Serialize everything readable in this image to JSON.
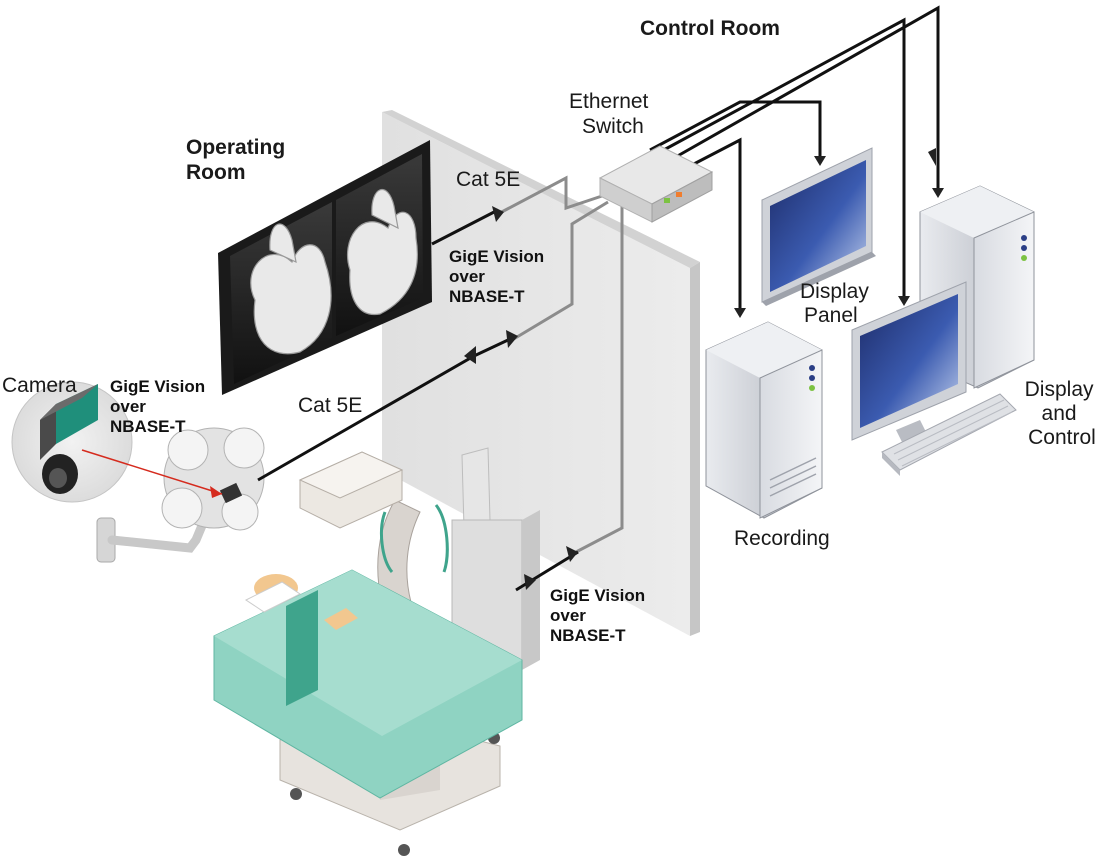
{
  "colors": {
    "room_title": "#d52b1e",
    "cable_dark": "#111111",
    "cable_gray": "#8c8c8c",
    "wall": "#e4e4e4",
    "patient_drape": "#8fd3c2",
    "drape_shadow": "#3fa48c",
    "screen_blue": "#2b3f86",
    "pc_silver": "#c9ccd3",
    "camera_teal": "#1f8f7b",
    "laser_red": "#d52b1e"
  },
  "rooms": {
    "control": "Control Room",
    "operating": [
      "Operating",
      "Room"
    ]
  },
  "devices": {
    "ethernet_switch": [
      "Ethernet",
      "Switch"
    ],
    "display_panel": [
      "Display",
      "Panel"
    ],
    "recording": "Recording",
    "display_control": [
      "Display",
      "and",
      "Control"
    ],
    "camera": "Camera"
  },
  "links": {
    "cat5e_top": "Cat 5E",
    "cat5e_mid": "Cat 5E",
    "gige_monitor": [
      "GigE Vision",
      "over",
      "NBASE-T"
    ],
    "gige_camera": [
      "GigE Vision",
      "over",
      "NBASE-T"
    ],
    "gige_carm": [
      "GigE Vision",
      "over",
      "NBASE-T"
    ]
  }
}
